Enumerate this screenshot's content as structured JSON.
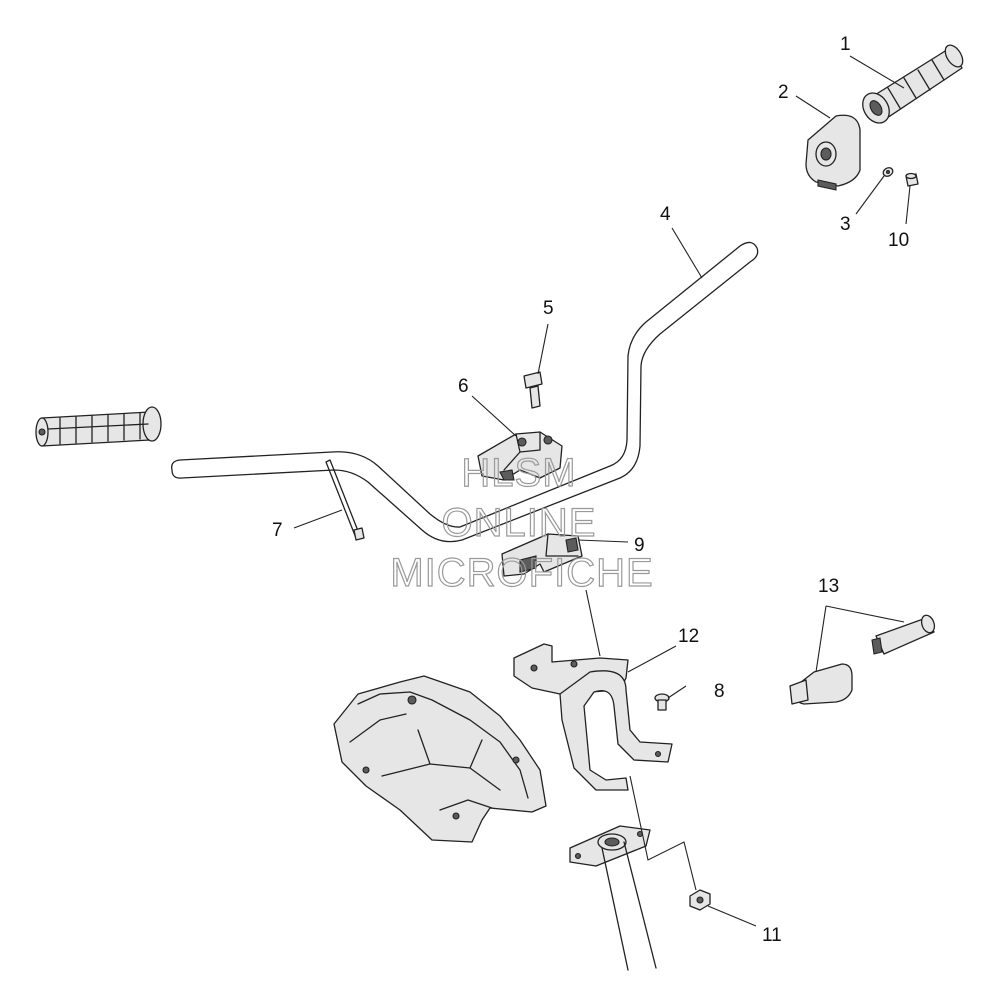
{
  "diagram": {
    "callouts": [
      "1",
      "2",
      "3",
      "4",
      "5",
      "6",
      "7",
      "8",
      "9",
      "10",
      "11",
      "12",
      "13"
    ],
    "watermark": [
      "HLSM",
      "ONLINE",
      "MICROFICHE"
    ]
  }
}
